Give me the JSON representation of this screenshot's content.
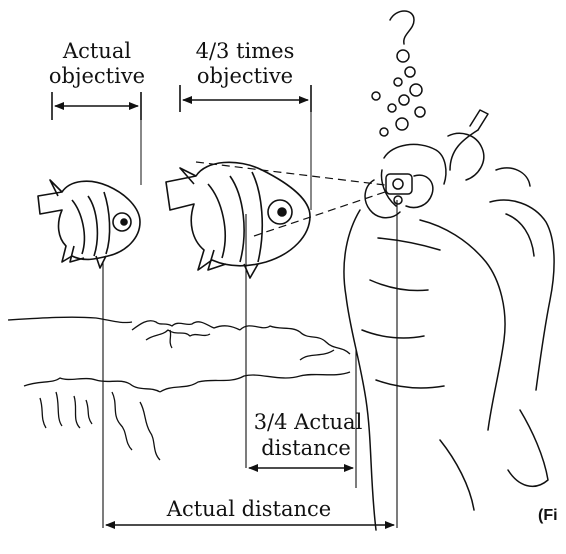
{
  "labels": {
    "actual_objective_line1": "Actual",
    "actual_objective_line2": "objective",
    "apparent_objective_line1": "4/3 times",
    "apparent_objective_line2": "objective",
    "apparent_distance_line1": "3/4 Actual",
    "apparent_distance_line2": "distance",
    "actual_distance": "Actual distance",
    "figure_ref": "(Fi"
  },
  "colors": {
    "ink": "#111111",
    "background": "#ffffff"
  }
}
